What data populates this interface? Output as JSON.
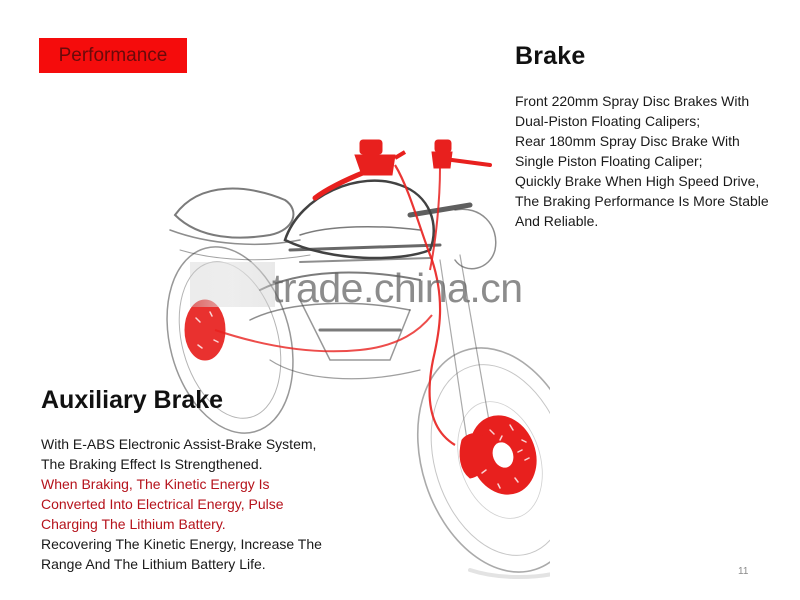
{
  "section": {
    "label": "Performance",
    "background_color": "#f50c0c"
  },
  "brake": {
    "title": "Brake",
    "lines": [
      "Front 220mm Spray Disc Brakes With",
      "Dual-Piston Floating Calipers;",
      "Rear 180mm Spray Disc Brake With",
      "Single Piston Floating Caliper;",
      "Quickly Brake When High Speed Drive,",
      "The Braking Performance Is More Stable",
      "And Reliable."
    ]
  },
  "auxiliary_brake": {
    "title": "Auxiliary Brake",
    "lines": [
      {
        "text": "With E-ABS Electronic Assist-Brake System,",
        "highlight": false
      },
      {
        "text": "The Braking Effect Is Strengthened.",
        "highlight": false
      },
      {
        "text": "When Braking, The Kinetic Energy Is",
        "highlight": true
      },
      {
        "text": "Converted Into Electrical Energy, Pulse",
        "highlight": true
      },
      {
        "text": "Charging The Lithium Battery.",
        "highlight": true
      },
      {
        "text": "Recovering The Kinetic Energy, Increase The",
        "highlight": false
      },
      {
        "text": "Range And The Lithium Battery Life.",
        "highlight": false
      }
    ],
    "highlight_color": "#b5121b"
  },
  "illustration": {
    "subject": "motorcycle-sketch-with-red-brake-components",
    "accent_color": "#e8201e"
  },
  "watermark": {
    "text": "trade.china.cn"
  },
  "page_number": "11"
}
